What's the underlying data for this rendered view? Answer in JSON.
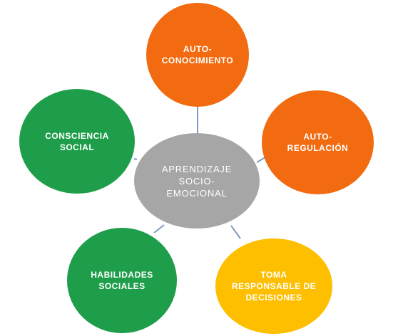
{
  "diagram": {
    "center": {
      "label": "APRENDIZAJE\nSOCIO-\nEMOCIONAL",
      "color": "#a6a6a6"
    },
    "nodes": [
      {
        "id": "top",
        "label": "AUTO-\nCONOCIMIENTO",
        "color": "#f26b10"
      },
      {
        "id": "right",
        "label": "AUTO-\nREGULACIÓN",
        "color": "#f26b10"
      },
      {
        "id": "bottom_right",
        "label": "TOMA\nRESPONSABLE DE\nDECISIONES",
        "color": "#fdbf00"
      },
      {
        "id": "bottom_left",
        "label": "HABILIDADES\nSOCIALES",
        "color": "#1e9e4a"
      },
      {
        "id": "left",
        "label": "CONSCIENCIA\nSOCIAL",
        "color": "#1e9e4a"
      }
    ],
    "connector_color": "#7f9cc0"
  }
}
